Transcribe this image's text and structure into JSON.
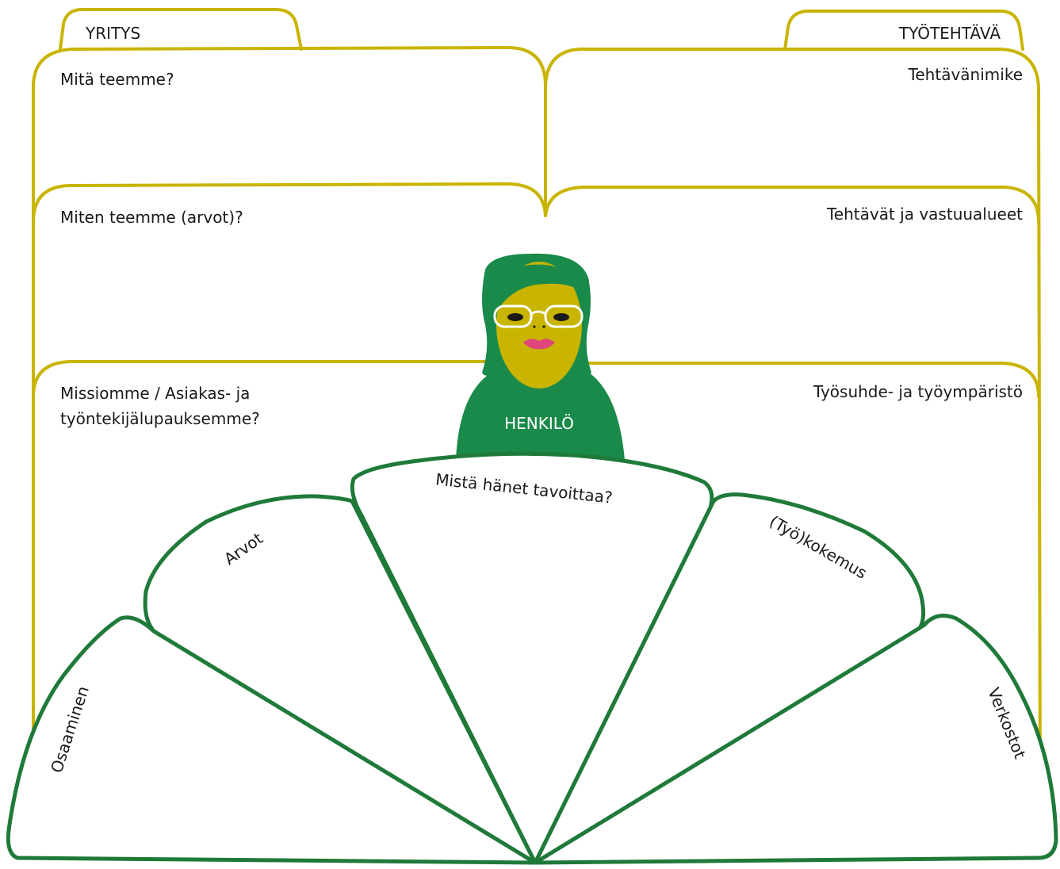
{
  "colors": {
    "frame": "#c9b400",
    "fan": "#1f7a3a",
    "person_green": "#1a8a4a",
    "face": "#c9b400",
    "lips": "#e0457b",
    "background": "#ffffff"
  },
  "tabs": {
    "left": "YRITYS",
    "right": "TYÖTEHTÄVÄ"
  },
  "company": {
    "q1": "Mitä teemme?",
    "q2": "Miten teemme (arvot)?",
    "q3_line1": "Missiomme / Asiakas- ja",
    "q3_line2": "työntekijälupauksemme?"
  },
  "job": {
    "title": "Tehtävänimike",
    "duties": "Tehtävät ja vastuualueet",
    "environment": "Työsuhde- ja työympäristö"
  },
  "person": {
    "label": "HENKILÖ"
  },
  "fan": {
    "osaaminen": "Osaaminen",
    "arvot": "Arvot",
    "tavoittaa": "Mistä hänet tavoittaa?",
    "kokemus": "(Työ)kokemus",
    "verkostot": "Verkostot"
  }
}
